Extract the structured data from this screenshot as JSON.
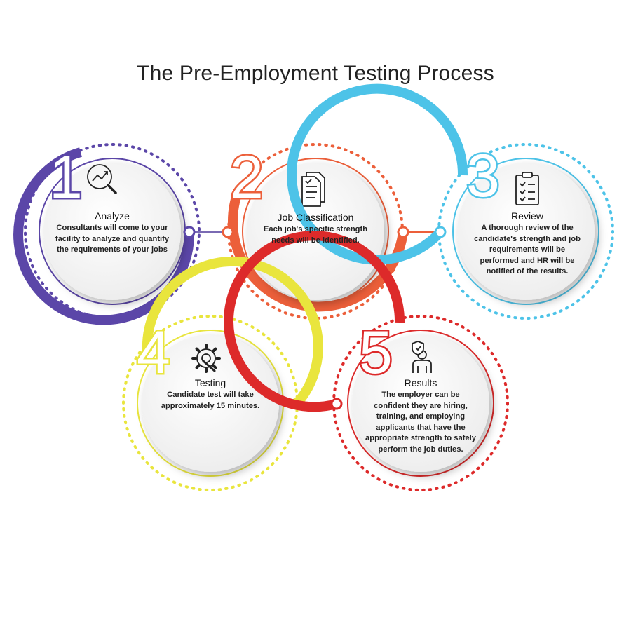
{
  "title": "The Pre-Employment Testing Process",
  "steps": [
    {
      "number": "1",
      "name": "Analyze",
      "description": "Consultants will come to your facility to analyze and quantify the requirements of your jobs",
      "color": "#5b46a8",
      "icon": "magnifier-chart-icon"
    },
    {
      "number": "2",
      "name": "Job Classification",
      "description": "Each job's specific strength needs will be identified.",
      "color": "#ec5f3a",
      "icon": "document-stack-icon"
    },
    {
      "number": "3",
      "name": "Review",
      "description": "A thorough review of the candidate's strength and job requirements will be performed and HR will be notified of the results.",
      "color": "#4dc3e8",
      "icon": "clipboard-checklist-icon"
    },
    {
      "number": "4",
      "name": "Testing",
      "description": "Candidate test will take approximately 15 minutes.",
      "color": "#e9e53d",
      "icon": "gear-wrench-icon"
    },
    {
      "number": "5",
      "name": "Results",
      "description": "The employer can be confident they are hiring, training, and employing applicants that have the appropriate strength to safely perform the job duties.",
      "color": "#dd2a2a",
      "icon": "person-shield-icon"
    }
  ]
}
